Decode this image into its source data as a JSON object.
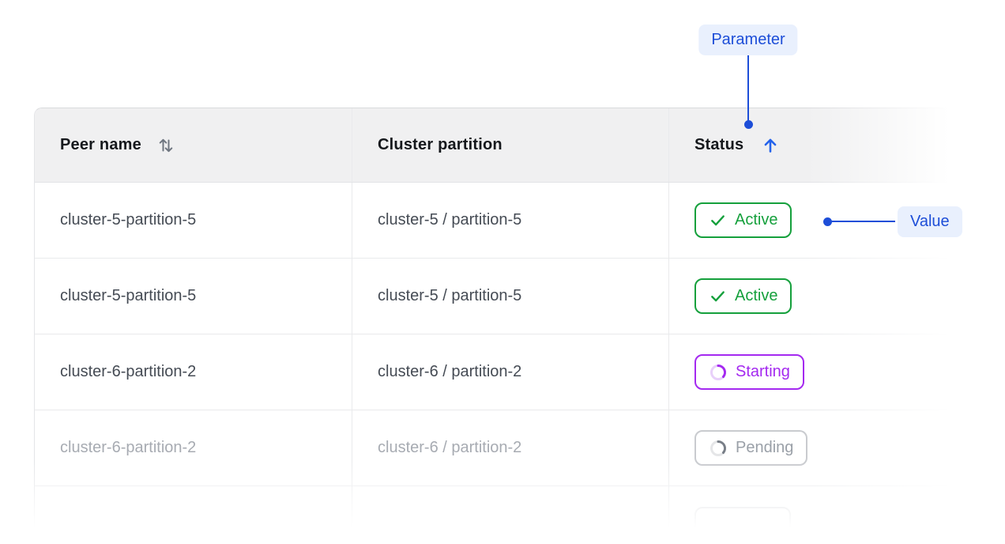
{
  "colors": {
    "accent": "#1d4ed8",
    "accent-arrow": "#2563eb",
    "pill-bg": "#e9f0fd",
    "green": "#15a03c",
    "purple": "#a429f0",
    "pending-border": "#c9cbcf",
    "pending-text": "#9aa0a8",
    "header-bg": "#f0f0f1"
  },
  "annotations": {
    "parameter": "Parameter",
    "value": "Value"
  },
  "table": {
    "headers": [
      {
        "label": "Peer name",
        "icon": "sort-arrows-icon"
      },
      {
        "label": "Cluster partition",
        "icon": ""
      },
      {
        "label": "Status",
        "icon": "arrow-up-icon",
        "sorted": "ascending"
      }
    ],
    "rows": [
      {
        "peer_name": "cluster-5-partition-5",
        "cluster_partition": "cluster-5 / partition-5",
        "status": {
          "label": "Active",
          "kind": "active",
          "icon": "check-icon"
        },
        "muted": false
      },
      {
        "peer_name": "cluster-5-partition-5",
        "cluster_partition": "cluster-5 / partition-5",
        "status": {
          "label": "Active",
          "kind": "active",
          "icon": "check-icon"
        },
        "muted": false
      },
      {
        "peer_name": "cluster-6-partition-2",
        "cluster_partition": "cluster-6 / partition-2",
        "status": {
          "label": "Starting",
          "kind": "starting",
          "icon": "spinner-icon"
        },
        "muted": false
      },
      {
        "peer_name": "cluster-6-partition-2",
        "cluster_partition": "cluster-6 / partition-2",
        "status": {
          "label": "Pending",
          "kind": "pending",
          "icon": "spinner-icon"
        },
        "muted": true
      },
      {
        "peer_name": "",
        "cluster_partition": "",
        "status": {
          "label": "",
          "kind": "ghost",
          "icon": ""
        },
        "muted": true
      }
    ]
  }
}
